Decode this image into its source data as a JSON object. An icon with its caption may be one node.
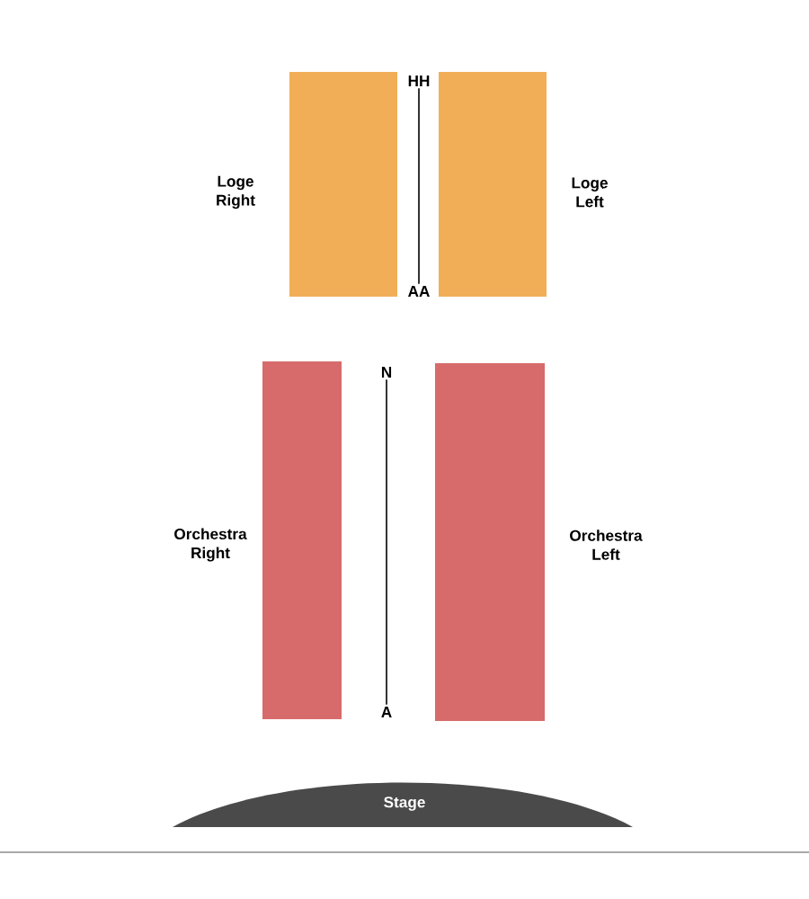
{
  "diagram": {
    "nodes": [
      {
        "text": [
          "Loge Right"
        ]
      },
      {
        "text": [
          "HH"
        ]
      },
      {
        "text": [
          "Loge Left"
        ]
      },
      {
        "text": [
          "AA"
        ]
      },
      {
        "text": [
          "Orchestra Right"
        ]
      },
      {
        "text": [
          "N"
        ]
      },
      {
        "text": [
          "Orchestra Left"
        ]
      },
      {
        "text": [
          "A"
        ]
      },
      {
        "text": [
          "Stage"
        ]
      }
    ],
    "edges": [
      {
        "from": 1,
        "to": 3,
        "arrow": "none"
      },
      {
        "from": 5,
        "to": 7,
        "arrow": "none"
      }
    ]
  }
}
